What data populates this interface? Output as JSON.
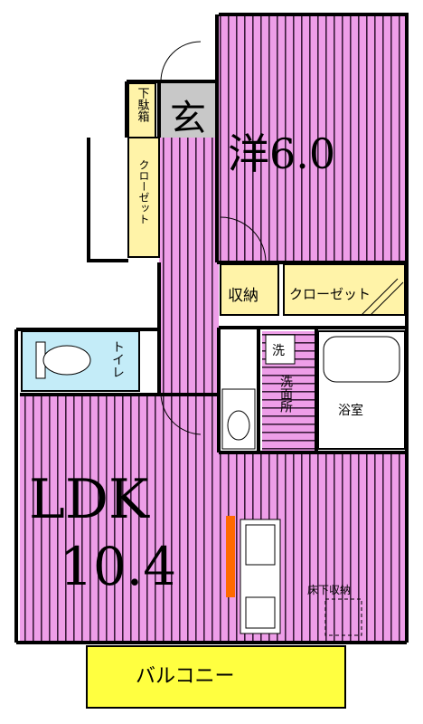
{
  "rooms": {
    "western": {
      "label": "洋6.0"
    },
    "ldk": {
      "label_line1": "LDK",
      "label_line2": "10.4"
    },
    "entrance": {
      "label": "玄"
    },
    "shoe_storage": {
      "label": "下駄箱"
    },
    "closet_hall": {
      "label": "クローゼット"
    },
    "storage": {
      "label": "収納"
    },
    "closet_western": {
      "label": "クローゼット"
    },
    "toilet": {
      "label": "トイレ"
    },
    "washroom": {
      "label": "洗面所"
    },
    "bathroom": {
      "label": "浴室"
    },
    "underfloor": {
      "label": "床下収納"
    },
    "balcony": {
      "label": "バルコニー"
    },
    "washer": {
      "label": "洗"
    }
  },
  "colors": {
    "floor_pink": "#ee9ee8",
    "floor_stripe": "#3a1a3a",
    "closet_yellow": "#fff3a8",
    "toilet_blue": "#c4ecf8",
    "wall": "#000000",
    "stove_orange": "#ff6a00",
    "entrance_gray": "#c8c8c8"
  }
}
